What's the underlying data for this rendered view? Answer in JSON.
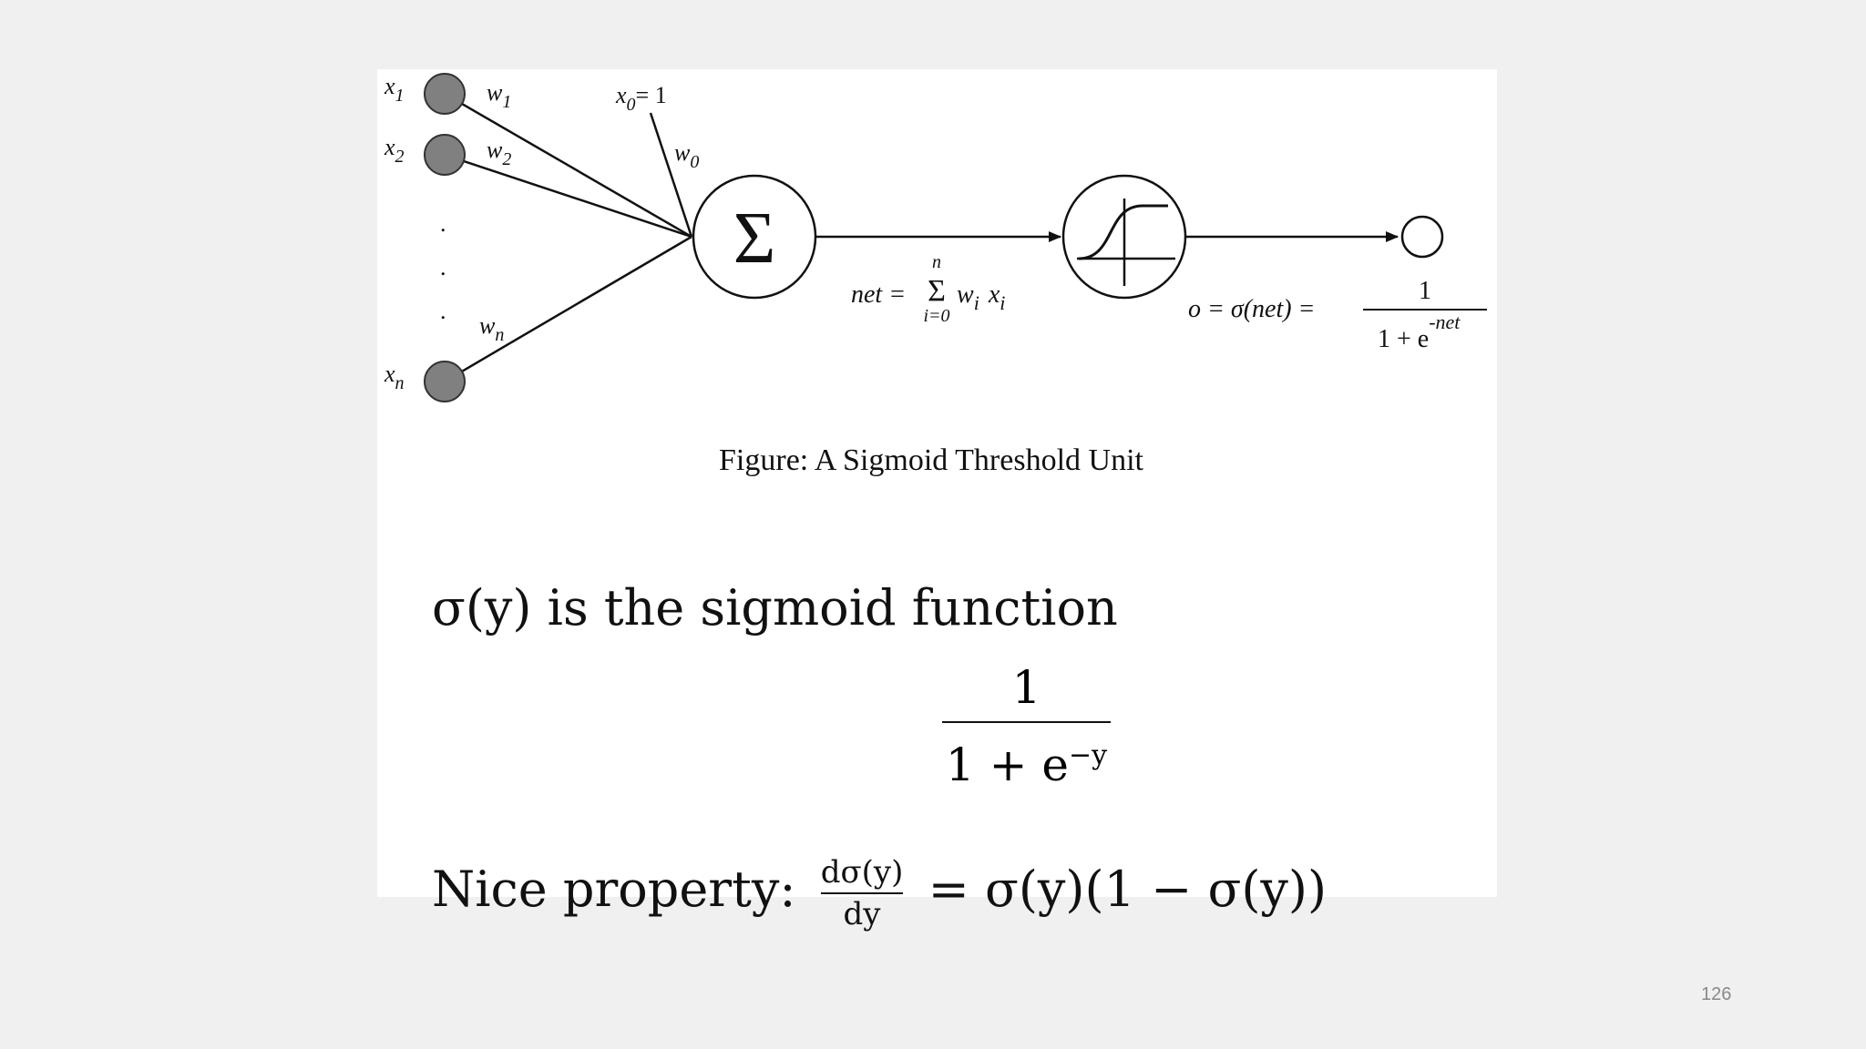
{
  "diagram": {
    "inputs": [
      {
        "name": "x",
        "sub": "1",
        "weight": "w",
        "weight_sub": "1"
      },
      {
        "name": "x",
        "sub": "2",
        "weight": "w",
        "weight_sub": "2"
      },
      {
        "name": "x",
        "sub": "n",
        "weight": "w",
        "weight_sub": "n"
      }
    ],
    "ellipsis": ".",
    "bias_input": "x",
    "bias_sub": "0",
    "bias_value": "= 1",
    "bias_weight": "w",
    "bias_weight_sub": "0",
    "sum_symbol": "Σ",
    "net_label": "net =",
    "net_sum_top": "n",
    "net_sum_symbol": "Σ",
    "net_sum_bottom": "i=0",
    "net_term_w": "w",
    "net_term_wsub": "i",
    "net_term_x": "x",
    "net_term_xsub": "i",
    "output_lhs": "o = σ(net) =",
    "output_num": "1",
    "output_den": "1 + e",
    "output_den_exp": "-net"
  },
  "caption": "Figure: A Sigmoid Threshold Unit",
  "sigmoid_text": {
    "prefix": "σ(y)",
    "rest": " is the sigmoid function"
  },
  "sigmoid_fraction": {
    "numerator": "1",
    "denominator": "1 + e",
    "exponent": "−y"
  },
  "nice_property": {
    "label": "Nice property: ",
    "d_num": "dσ(y)",
    "d_den": "dy",
    "rhs": " = σ(y)(1 − σ(y))"
  },
  "page_number": "126",
  "colors": {
    "background": "#f0f0f0",
    "input_node": "#808080",
    "ink": "#111111"
  }
}
